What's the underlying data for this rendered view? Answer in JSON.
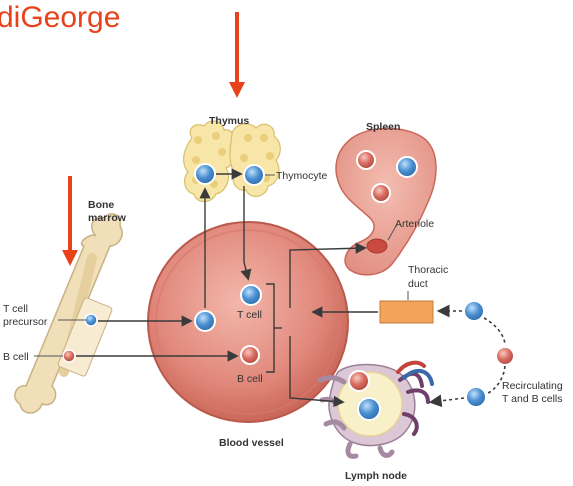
{
  "header": {
    "title": "diGeorge"
  },
  "organs": {
    "thymus": "Thymus",
    "spleen": "Spleen",
    "bone_marrow_line1": "Bone",
    "bone_marrow_line2": "marrow",
    "blood_vessel": "Blood vessel",
    "lymph_node": "Lymph node",
    "thoracic_duct_line1": "Thoracic",
    "thoracic_duct_line2": "duct"
  },
  "cells": {
    "thymocyte": "Thymocyte",
    "arteriole": "Arteriole",
    "t_cell_precursor_line1": "T cell",
    "t_cell_precursor_line2": "precursor",
    "b_cell_marrow": "B cell",
    "t_cell": "T cell",
    "b_cell": "B cell",
    "recirculating_line1": "Recirculating",
    "recirculating_line2": "T and B cells"
  },
  "colors": {
    "title": "#e8421b",
    "arrow_red": "#e8421b",
    "t_cell": "#4a8fd0",
    "b_cell": "#d86a5e",
    "vessel": "#e08f80",
    "bone": "#f0dfb8",
    "thymus": "#f7e6a8",
    "spleen": "#e89a8c",
    "thoracic_duct": "#f3a35a"
  }
}
